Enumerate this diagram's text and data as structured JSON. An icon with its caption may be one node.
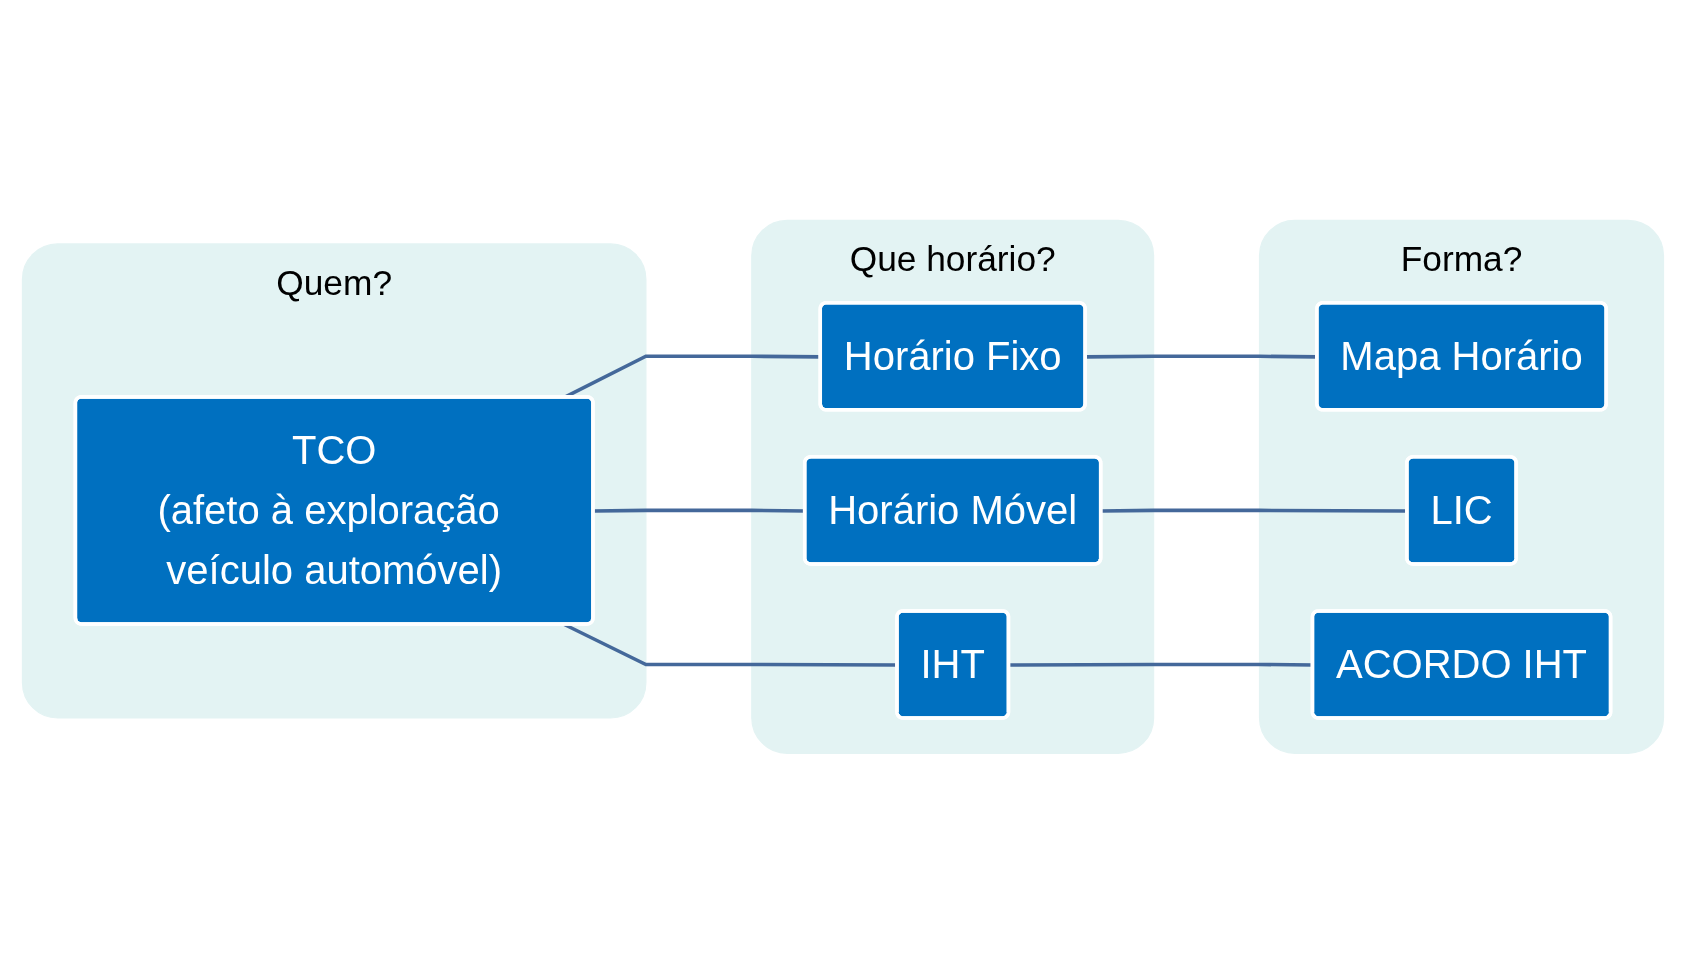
{
  "diagram": {
    "nodes": [
      {
        "text": [
          "Quem?"
        ]
      },
      {
        "text": [
          "TCO",
          "(afeto à exploração veículo automóvel)"
        ],
        "in": 0
      },
      {
        "text": [
          "Que horário?"
        ]
      },
      {
        "text": [
          "Horário Fixo"
        ],
        "in": 2
      },
      {
        "text": [
          "Horário Móvel"
        ],
        "in": 2
      },
      {
        "text": [
          "IHT"
        ],
        "in": 2
      },
      {
        "text": [
          "Forma?"
        ]
      },
      {
        "text": [
          "Mapa Horário"
        ],
        "in": 6
      },
      {
        "text": [
          "LIC"
        ],
        "in": 6
      },
      {
        "text": [
          "ACORDO IHT"
        ],
        "in": 6
      }
    ],
    "edges": [
      {
        "from": 1,
        "to": 3,
        "arrow": "none"
      },
      {
        "from": 1,
        "to": 4,
        "arrow": "none"
      },
      {
        "from": 1,
        "to": 5,
        "arrow": "none"
      },
      {
        "from": 3,
        "to": 7,
        "arrow": "none"
      },
      {
        "from": 4,
        "to": 8,
        "arrow": "none"
      },
      {
        "from": 5,
        "to": 9,
        "arrow": "none"
      }
    ]
  }
}
